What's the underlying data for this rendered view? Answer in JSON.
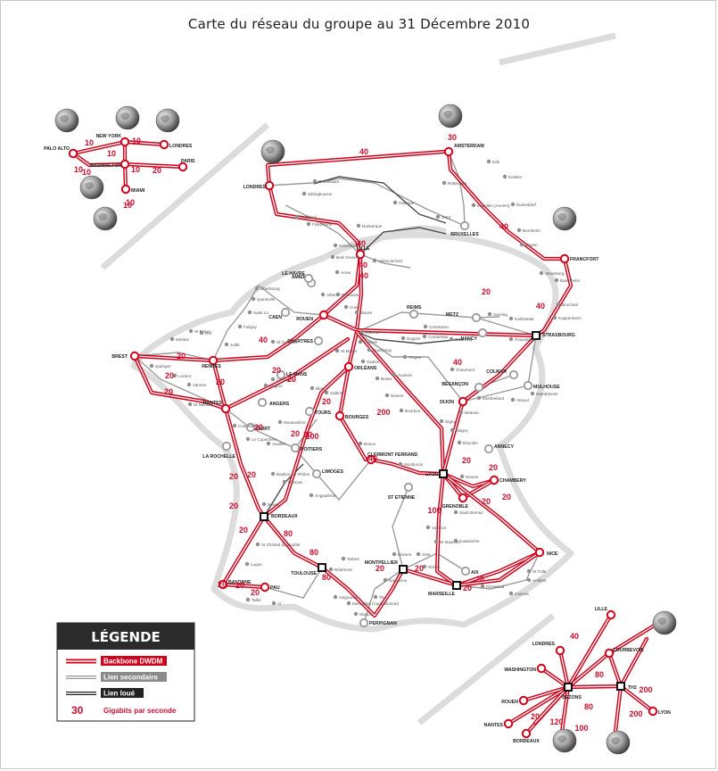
{
  "title": "Carte du réseau du groupe au 31 Décembre 2010",
  "colors": {
    "backbone": "#d0021b",
    "secondary": "#9b9b9b",
    "leased": "#4a4a4a",
    "coast": "#dcdcdc"
  },
  "nodes": [
    {
      "key": "amsterdam",
      "label": "AMSTERDAM",
      "type": "major"
    },
    {
      "key": "londres",
      "label": "LONDRES",
      "type": "major"
    },
    {
      "key": "francfort",
      "label": "FRANCFORT",
      "type": "major"
    },
    {
      "key": "lille",
      "label": "LILLE",
      "type": "major"
    },
    {
      "key": "strasbourg",
      "label": "STRASBOURG",
      "type": "hub"
    },
    {
      "key": "rouen",
      "label": "ROUEN",
      "type": "major"
    },
    {
      "key": "caen",
      "label": "CAEN",
      "type": "minor"
    },
    {
      "key": "amiens",
      "label": "AMIENS",
      "type": "minor"
    },
    {
      "key": "le_havre",
      "label": "LE HAVRE",
      "type": "minor"
    },
    {
      "key": "reims",
      "label": "REIMS",
      "type": "minor"
    },
    {
      "key": "metz",
      "label": "METZ",
      "type": "minor"
    },
    {
      "key": "nancy",
      "label": "NANCY",
      "type": "minor"
    },
    {
      "key": "chartres",
      "label": "CHARTRES",
      "type": "minor"
    },
    {
      "key": "brest",
      "label": "BREST",
      "type": "major"
    },
    {
      "key": "rennes",
      "label": "RENNES",
      "type": "major"
    },
    {
      "key": "nantes",
      "label": "NANTES",
      "type": "major"
    },
    {
      "key": "le_mans",
      "label": "LE MANS",
      "type": "minor"
    },
    {
      "key": "angers",
      "label": "ANGERS",
      "type": "minor"
    },
    {
      "key": "orleans",
      "label": "ORLÉANS",
      "type": "major"
    },
    {
      "key": "tours",
      "label": "TOURS",
      "type": "minor"
    },
    {
      "key": "bourges",
      "label": "BOURGES",
      "type": "major"
    },
    {
      "key": "dijon",
      "label": "DIJON",
      "type": "major"
    },
    {
      "key": "colmar",
      "label": "COLMAR",
      "type": "minor"
    },
    {
      "key": "besancon",
      "label": "BESANÇON",
      "type": "minor"
    },
    {
      "key": "mulhouse",
      "label": "MULHOUSE",
      "type": "minor"
    },
    {
      "key": "niort",
      "label": "NIORT",
      "type": "minor"
    },
    {
      "key": "la_rochelle",
      "label": "LA ROCHELLE",
      "type": "minor"
    },
    {
      "key": "poitiers",
      "label": "POITIERS",
      "type": "minor"
    },
    {
      "key": "limoges",
      "label": "LIMOGES",
      "type": "minor"
    },
    {
      "key": "clermont",
      "label": "CLERMONT FERRAND",
      "type": "major"
    },
    {
      "key": "lyon",
      "label": "LYON",
      "type": "hub"
    },
    {
      "key": "st_etienne",
      "label": "ST ETIENNE",
      "type": "minor"
    },
    {
      "key": "annecy",
      "label": "ANNECY",
      "type": "minor"
    },
    {
      "key": "chambery",
      "label": "CHAMBERY",
      "type": "major"
    },
    {
      "key": "grenoble",
      "label": "GRENOBLE",
      "type": "major"
    },
    {
      "key": "bordeaux",
      "label": "BORDEAUX",
      "type": "hub"
    },
    {
      "key": "toulouse",
      "label": "TOULOUSE",
      "type": "hub"
    },
    {
      "key": "montpellier",
      "label": "MONTPELLIER",
      "type": "hub"
    },
    {
      "key": "marseille",
      "label": "MARSEILLE",
      "type": "hub"
    },
    {
      "key": "aix",
      "label": "AIX",
      "type": "minor"
    },
    {
      "key": "nice",
      "label": "NICE",
      "type": "major"
    },
    {
      "key": "bayonne",
      "label": "BAYONNE",
      "type": "major"
    },
    {
      "key": "pau",
      "label": "PAU",
      "type": "major"
    },
    {
      "key": "perpignan",
      "label": "PERPIGNAN",
      "type": "minor"
    },
    {
      "key": "bruxelles",
      "label": "BRUXELLES",
      "type": "minor"
    },
    {
      "key": "palo_alto",
      "label": "PALO ALTO",
      "type": "major"
    },
    {
      "key": "new_york",
      "label": "NEW YORK",
      "type": "major"
    },
    {
      "key": "washington",
      "label": "WASHINGTON",
      "type": "major"
    },
    {
      "key": "miami",
      "label": "MIAMI",
      "type": "major"
    },
    {
      "key": "londres_us",
      "label": "LONDRES",
      "type": "major"
    },
    {
      "key": "paris_us",
      "label": "PARIS",
      "type": "major"
    },
    {
      "key": "ip_lille",
      "label": "LILLE",
      "type": "major"
    },
    {
      "key": "ip_londres",
      "label": "LONDRES",
      "type": "major"
    },
    {
      "key": "ip_washington",
      "label": "WASHINGTON",
      "type": "major"
    },
    {
      "key": "ip_rouen",
      "label": "ROUEN",
      "type": "major"
    },
    {
      "key": "ip_nantes",
      "label": "NANTES",
      "type": "major"
    },
    {
      "key": "ip_bordeaux",
      "label": "BORDEAUX",
      "type": "major"
    },
    {
      "key": "ip_courbevoie",
      "label": "COURBEVOIE",
      "type": "major"
    },
    {
      "key": "ip_lyon",
      "label": "LYON",
      "type": "major"
    },
    {
      "key": "ip_bezons",
      "label": "BEZONS",
      "type": "hub"
    },
    {
      "key": "ip_th2",
      "label": "TH2",
      "type": "hub"
    }
  ],
  "towns": [
    "Broadstairs",
    "Sittingbourne",
    "Paddock",
    "Folkestone",
    "Ostende",
    "Gent",
    "Rotterdam",
    "Kapellen (Anvers)",
    "Ede",
    "Kessler",
    "Dusseldorf",
    "Bornheim",
    "Mayen",
    "Stromberg",
    "Barenheim",
    "Bruchsal",
    "Kuppenheim",
    "Dunkerque",
    "Gravelines",
    "Bois Grenier",
    "Valenciennes",
    "Arras",
    "Albert",
    "Creil",
    "Beauvais",
    "Moure",
    "Cherbourg",
    "Quinéville",
    "Saint Lo",
    "Foligny",
    "St Brieuc",
    "Dol",
    "Morlaix",
    "Juillé",
    "St Germain",
    "Quimper",
    "Lorient",
    "Vannes",
    "St Nazaire",
    "Mareuil",
    "Nogent",
    "Conde/Mur",
    "Contrisson",
    "Trouissey",
    "Sarning",
    "Karlsstetel",
    "Xouaxange",
    "Corbeil",
    "Courtenay",
    "St Martin",
    "Saulon",
    "Troyes",
    "Briare",
    "Auxerre",
    "Angers",
    "Le Roche",
    "Blois",
    "Salbris",
    "Nevers",
    "Bourbon",
    "Chaumont",
    "Vesoul",
    "Nambsheim",
    "Montbeliard",
    "Beaune",
    "Magny",
    "Digny",
    "Dracolle",
    "Cote Macon",
    "Le Copechère",
    "Mousselière",
    "Availles",
    "Brioux",
    "Montlucon",
    "Nevian",
    "Sault-Brenaz",
    "Valence",
    "Baulice sur Rhône",
    "Blanzac",
    "Angoulême",
    "Brives",
    "St Christol du Double",
    "Lugos",
    "Taller",
    "Ar",
    "Tarbes",
    "Réalmont",
    "Avignonet",
    "Mersaillas (Carcassonne)",
    "Moncé",
    "Thu",
    "Narbonne",
    "Béziers",
    "Sète",
    "Nîmes",
    "Picheloud",
    "St Maximin",
    "Cadarache",
    "St Tulle",
    "Antibes",
    "Cannes",
    "Toulon"
  ],
  "capacities": [
    "40",
    "30",
    "40",
    "10",
    "10",
    "10",
    "10",
    "20",
    "10",
    "10",
    "20",
    "20",
    "20",
    "20",
    "20",
    "20",
    "20",
    "20",
    "20",
    "20",
    "40",
    "20",
    "20",
    "20",
    "20",
    "20",
    "20",
    "20",
    "200",
    "100",
    "40",
    "100",
    "20",
    "20",
    "20",
    "20",
    "80",
    "80",
    "80",
    "20",
    "20",
    "20",
    "20",
    "10",
    "10",
    "20",
    "40",
    "40",
    "40",
    "40",
    "40",
    "40",
    "80",
    "80",
    "200",
    "200",
    "100",
    "120",
    "20"
  ],
  "legend": {
    "title": "LÉGENDE",
    "backbone": "Backbone DWDM",
    "secondary": "Lien secondaire",
    "leased": "Lien loué",
    "capacity_value": "30",
    "capacity_label": "Gigabits par seconde"
  }
}
